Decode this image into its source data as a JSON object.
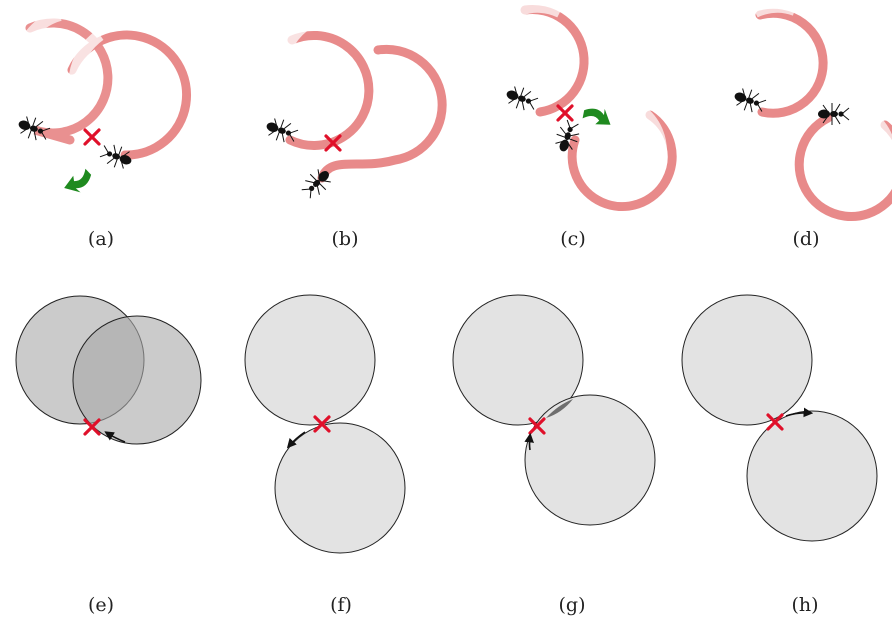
{
  "figure": {
    "panels": [
      {
        "id": "a",
        "label": "(a)"
      },
      {
        "id": "b",
        "label": "(b)"
      },
      {
        "id": "c",
        "label": "(c)"
      },
      {
        "id": "d",
        "label": "(d)"
      },
      {
        "id": "e",
        "label": "(e)"
      },
      {
        "id": "f",
        "label": "(f)"
      },
      {
        "id": "g",
        "label": "(g)"
      },
      {
        "id": "h",
        "label": "(h)"
      }
    ]
  },
  "colors": {
    "trail": "#e88a8a",
    "cross": "#e0102a",
    "rotate_arrow": "#1f8a1f",
    "disk_fill": "#e3e3e3",
    "overlap_fill": "#6e6e6e",
    "ant": "#111111"
  },
  "icons": [
    "ant-icon",
    "cross-mark-icon",
    "rotate-arrow-icon",
    "direction-arrow-icon"
  ]
}
